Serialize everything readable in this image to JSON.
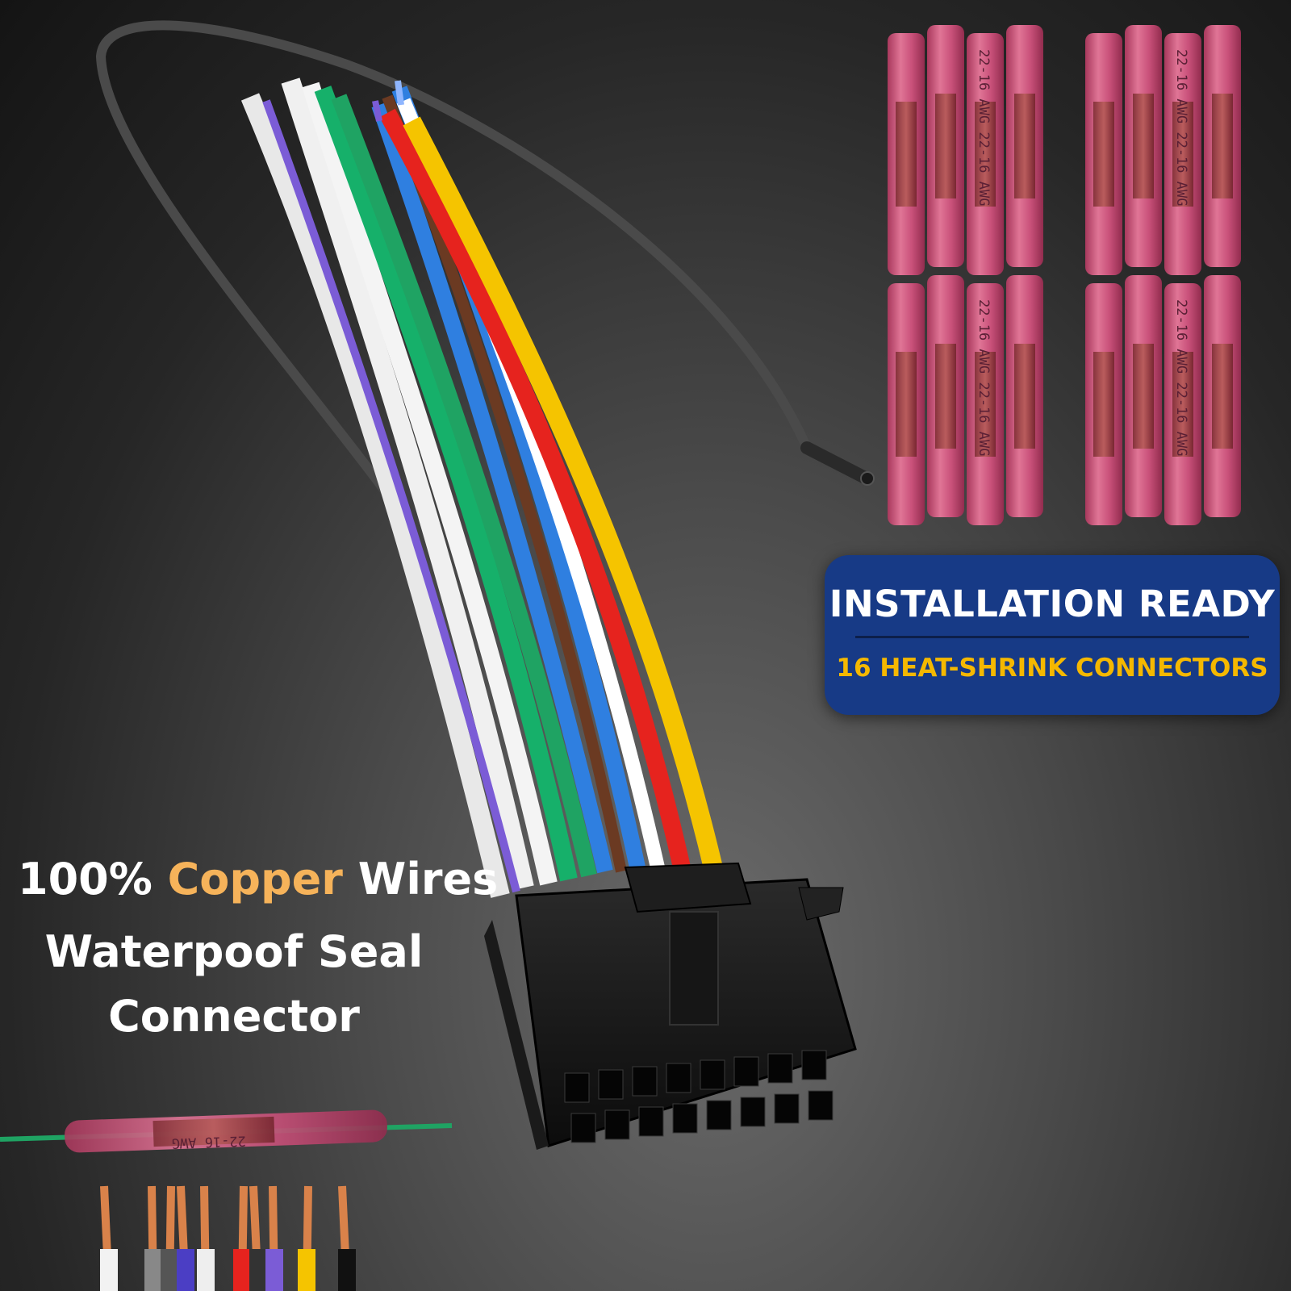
{
  "badge": {
    "title": "INSTALLATION READY",
    "subtitle": "16 HEAT-SHRINK CONNECTORS"
  },
  "features": {
    "line1_prefix": "100%",
    "line1_accent": "Copper",
    "line1_suffix": "Wires",
    "line2": "Waterpoof Seal",
    "line3": "Connector"
  },
  "sleeve_marking": "22-16 AWG",
  "colors": {
    "badge_bg": "#173a86",
    "badge_subtitle": "#f5b800",
    "accent_text": "#f6b35a",
    "connector_pink": "#c8456f"
  },
  "wire_colors": [
    "#f2f2f2",
    "#ececec",
    "#16b06a",
    "#1fa363",
    "#2f7fe0",
    "#ffffff",
    "#e6231e",
    "#f5c400",
    "#6b3a22",
    "#7b5cd6"
  ]
}
